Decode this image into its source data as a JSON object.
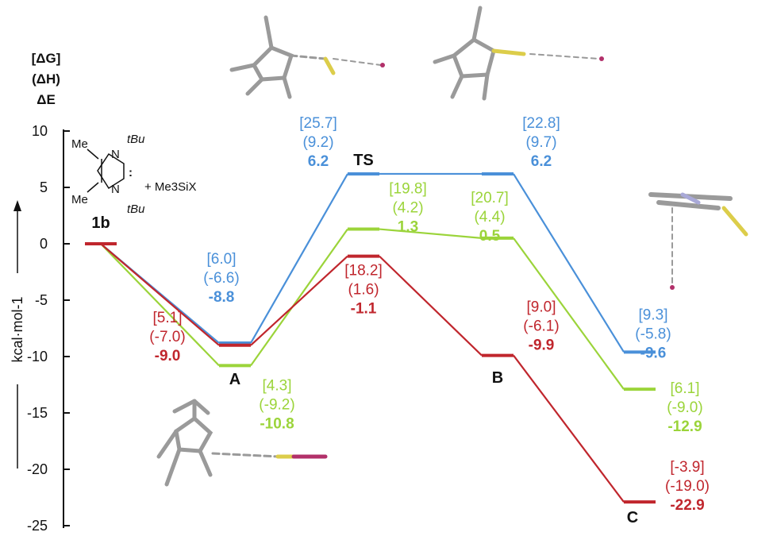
{
  "chart_data": {
    "type": "line",
    "ylabel": "kcal·mol-1",
    "ylim": [
      -25,
      10
    ],
    "yticks": [
      10,
      5,
      0,
      -5,
      -10,
      -15,
      -20,
      -25
    ],
    "legend": [
      "[ΔG]",
      "(ΔH)",
      "ΔE"
    ],
    "states": [
      {
        "key": "1b",
        "label": "1b"
      },
      {
        "key": "A",
        "label": "A"
      },
      {
        "key": "TS",
        "label": "TS"
      },
      {
        "key": "B",
        "label": "B"
      },
      {
        "key": "C",
        "label": "C"
      }
    ],
    "series": [
      {
        "color": "#4a90d9",
        "points": [
          {
            "state": "1b",
            "value": 0,
            "label": ""
          },
          {
            "state": "A",
            "value": -8.8,
            "label": "[6.0]|(-6.6)|-8.8"
          },
          {
            "state": "TS1",
            "value": 6.2,
            "label": "[25.7]|(9.2)|6.2"
          },
          {
            "state": "TS2",
            "value": 6.2,
            "label": "[22.8]|(9.7)|6.2"
          },
          {
            "state": "C",
            "value": -9.6,
            "label": "[9.3]|(-5.8)|-9.6"
          }
        ]
      },
      {
        "color": "#9bd43a",
        "points": [
          {
            "state": "1b",
            "value": 0,
            "label": ""
          },
          {
            "state": "A",
            "value": -10.8,
            "label": "[4.3]|(-9.2)|-10.8"
          },
          {
            "state": "TS1",
            "value": 1.3,
            "label": "[19.8]|(4.2)|1.3"
          },
          {
            "state": "TS2",
            "value": 0.5,
            "label": "[20.7]|(4.4)|0.5"
          },
          {
            "state": "C",
            "value": -12.9,
            "label": "[6.1]|(-9.0)|-12.9"
          }
        ]
      },
      {
        "color": "#c0262d",
        "points": [
          {
            "state": "1b",
            "value": 0,
            "label": ""
          },
          {
            "state": "A",
            "value": -9.0,
            "label": "[5.1]|(-7.0)|-9.0"
          },
          {
            "state": "TS1",
            "value": -1.1,
            "label": "[18.2]|(1.6)|-1.1"
          },
          {
            "state": "B",
            "value": -9.9,
            "label": "[9.0]|(-6.1)|-9.9"
          },
          {
            "state": "C",
            "value": -22.9,
            "label": "[-3.9]|(-19.0)|-22.9"
          }
        ]
      }
    ]
  },
  "reactants": {
    "me_top": "Me",
    "me_bottom": "Me",
    "tbu_top": "tBu",
    "tbu_bottom": "tBu",
    "n_top": "N",
    "n_bottom": "N",
    "carbene_dots": ":",
    "plus_reagent": "+ Me3SiX"
  }
}
